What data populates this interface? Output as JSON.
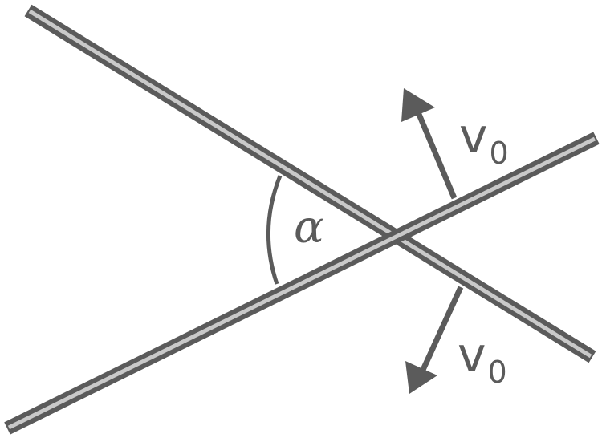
{
  "labels": {
    "velocity_top": {
      "symbol": "v",
      "subscript": "0"
    },
    "velocity_bottom": {
      "symbol": "v",
      "subscript": "0"
    },
    "angle": "α"
  },
  "colors": {
    "rod_border": "#5b5b5b",
    "rod_core": "#c9c9c9",
    "arrow": "#5b5b5b",
    "text": "#5b5b5b",
    "background": "#ffffff"
  }
}
